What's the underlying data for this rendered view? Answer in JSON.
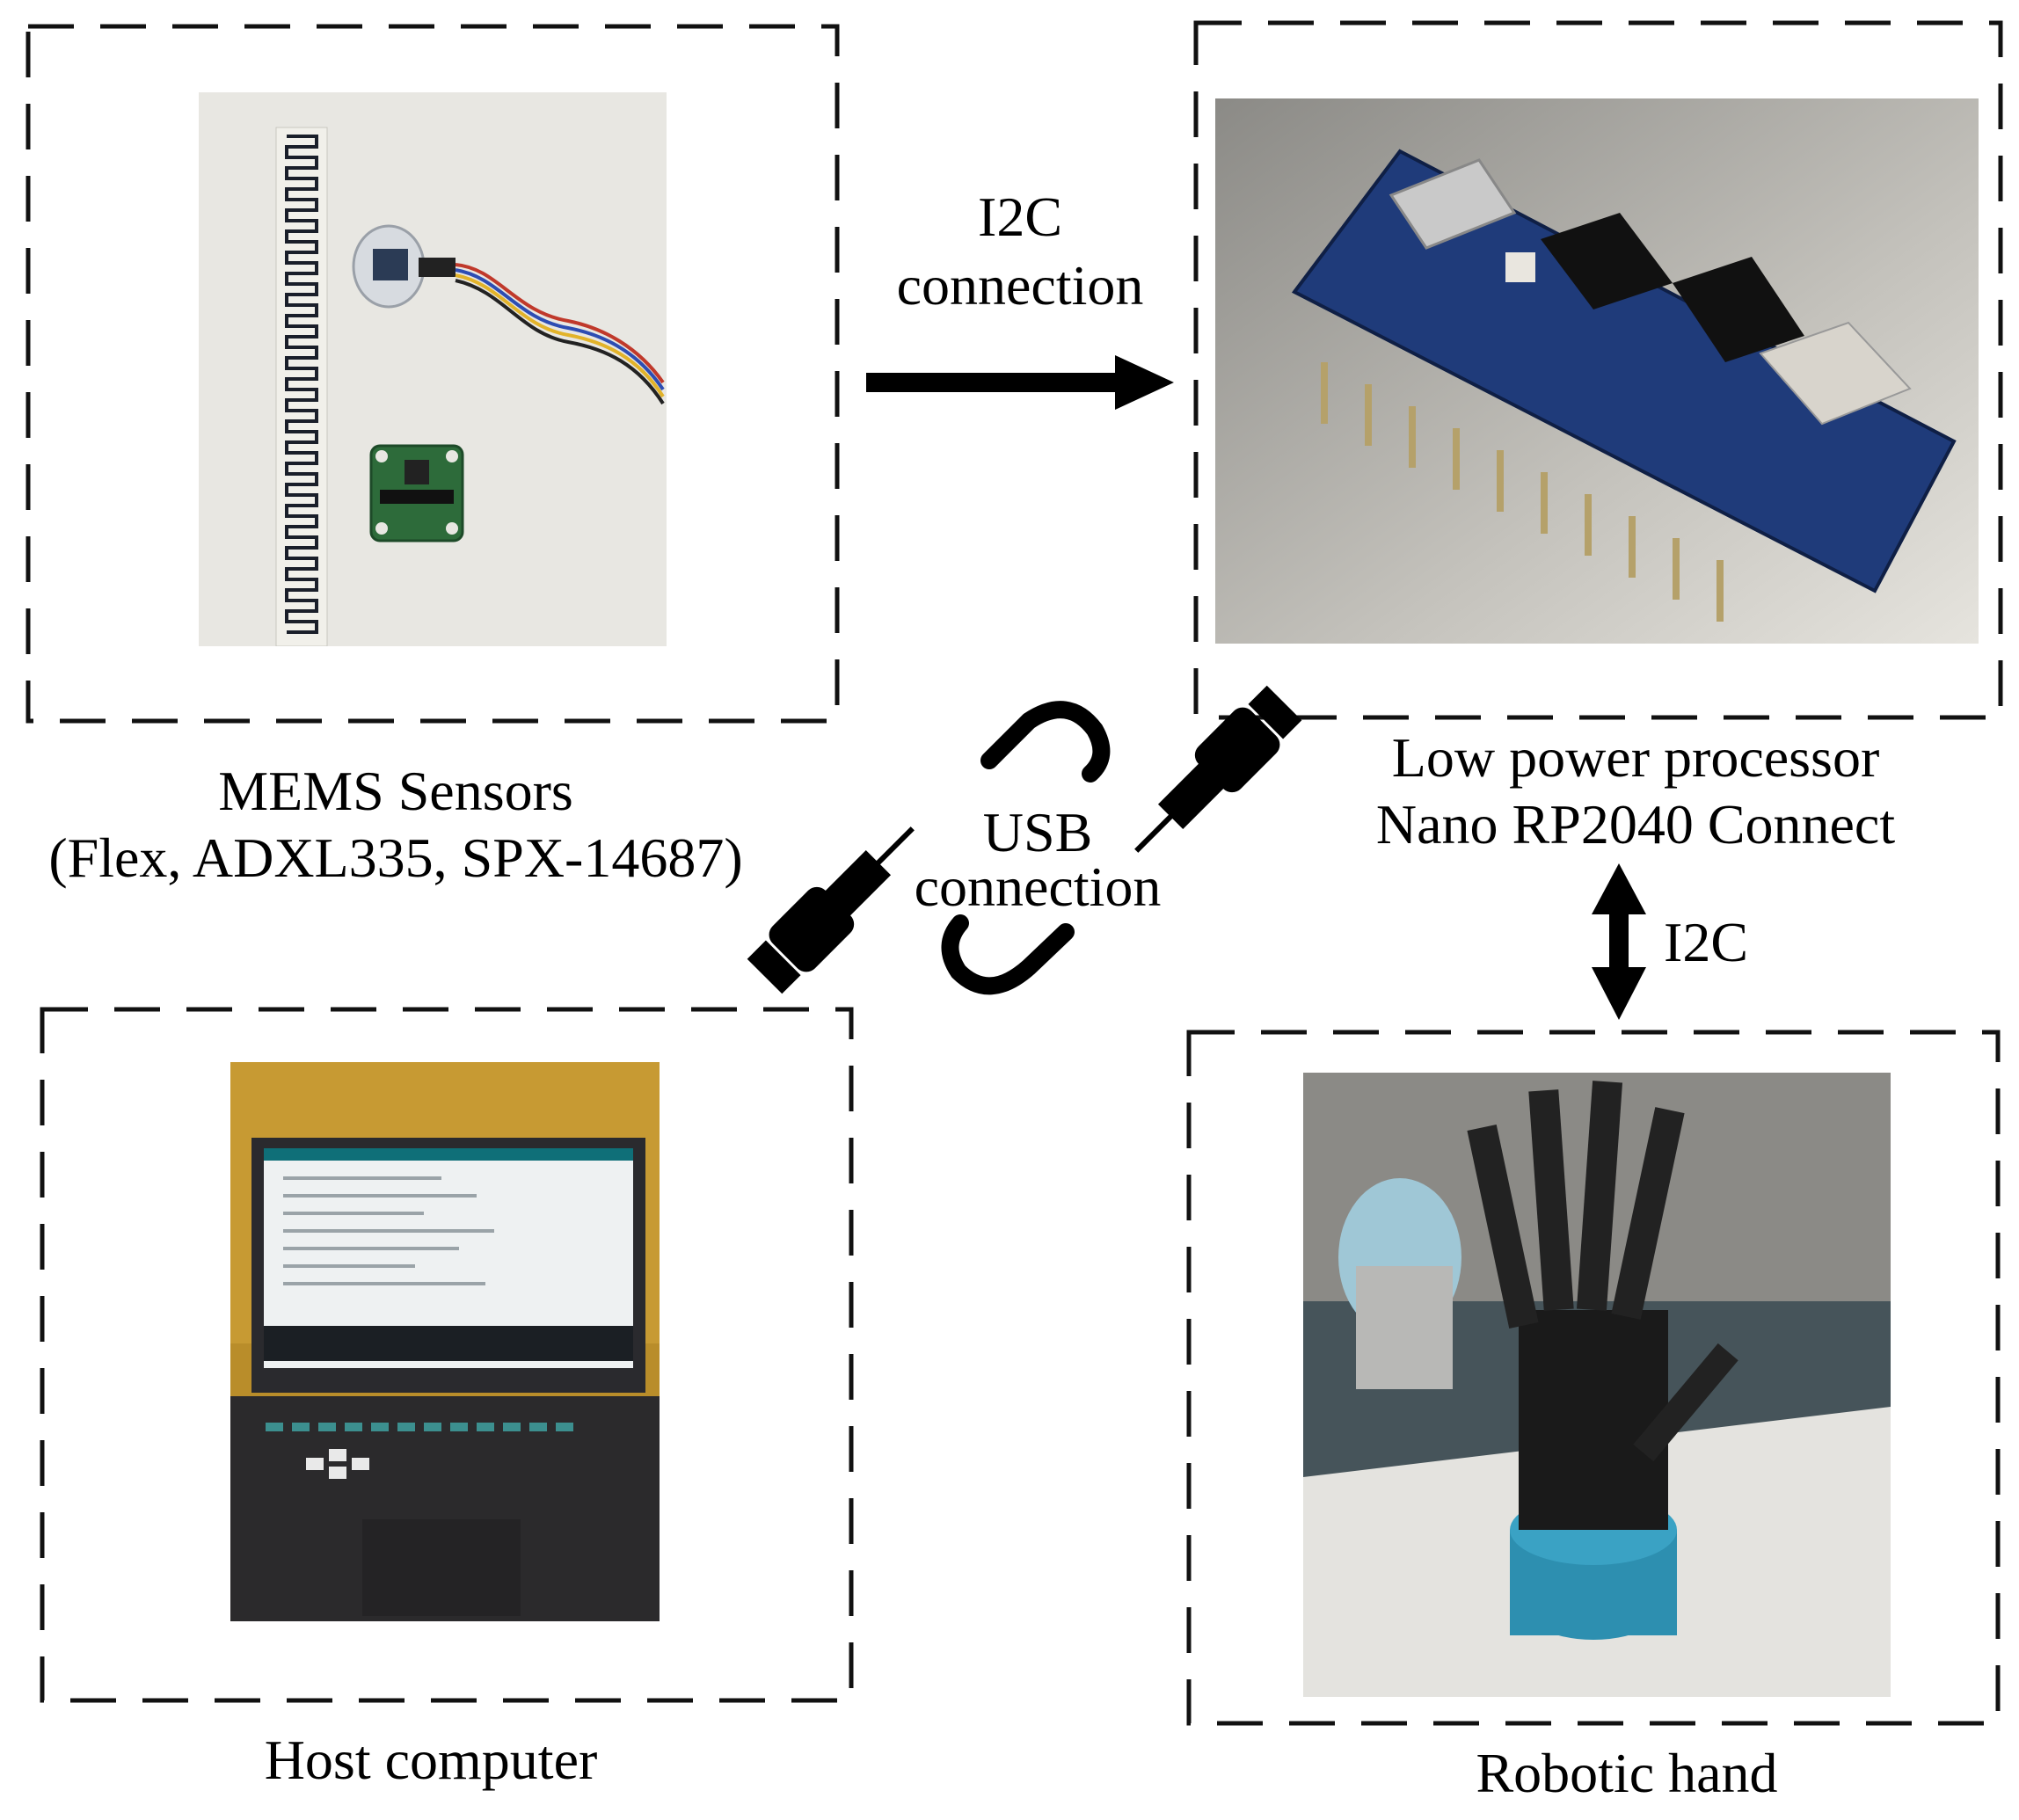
{
  "diagram": {
    "sensors": {
      "label_line1": "MEMS Sensors",
      "label_line2": "(Flex, ADXL335, SPX-14687)"
    },
    "processor": {
      "label_line1": "Low power processor",
      "label_line2": "Nano RP2040 Connect"
    },
    "host": {
      "label": "Host computer"
    },
    "hand": {
      "label": "Robotic hand"
    },
    "links": {
      "sensors_to_processor_line1": "I2C",
      "sensors_to_processor_line2": "connection",
      "usb_line1": "USB",
      "usb_line2": "connection",
      "processor_to_hand": "I2C"
    }
  }
}
